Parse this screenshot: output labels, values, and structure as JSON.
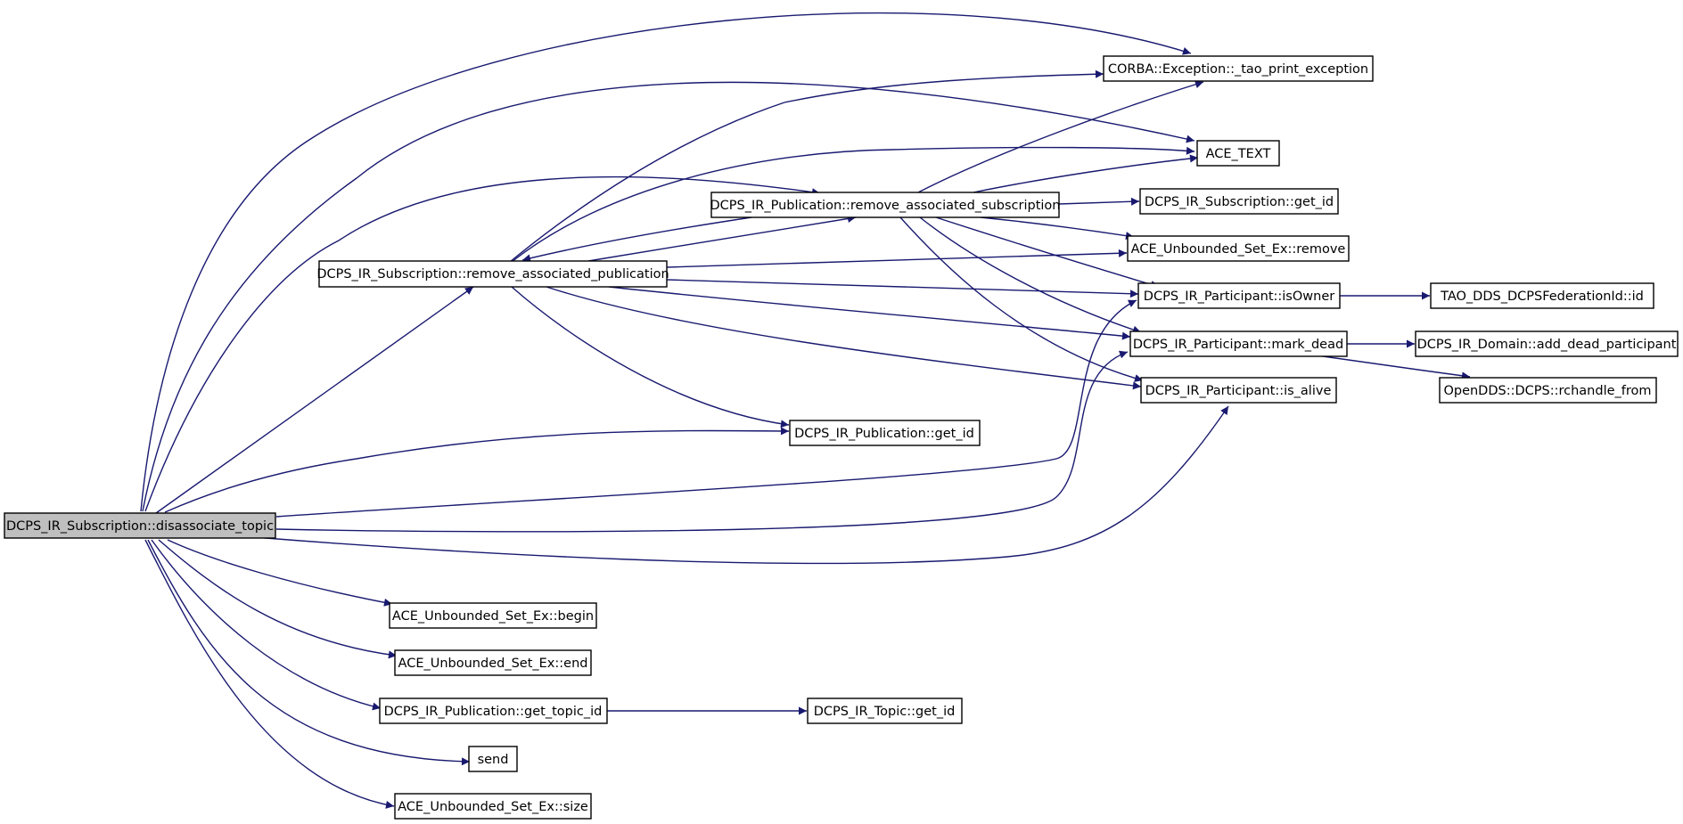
{
  "nodes": {
    "disassociate_topic": "DCPS_IR_Subscription::disassociate_topic",
    "tao_print_exception": "CORBA::Exception::_tao_print_exception",
    "ace_text": "ACE_TEXT",
    "pub_remove_assoc_sub": "DCPS_IR_Publication::remove_associated_subscription",
    "sub_get_id": "DCPS_IR_Subscription::get_id",
    "set_remove": "ACE_Unbounded_Set_Ex::remove",
    "sub_remove_assoc_pub": "DCPS_IR_Subscription::remove_associated_publication",
    "part_isowner": "DCPS_IR_Participant::isOwner",
    "fed_id": "TAO_DDS_DCPSFederationId::id",
    "part_mark_dead": "DCPS_IR_Participant::mark_dead",
    "domain_add_dead": "DCPS_IR_Domain::add_dead_participant",
    "part_is_alive": "DCPS_IR_Participant::is_alive",
    "rchandle_from": "OpenDDS::DCPS::rchandle_from",
    "pub_get_id": "DCPS_IR_Publication::get_id",
    "set_begin": "ACE_Unbounded_Set_Ex::begin",
    "set_end": "ACE_Unbounded_Set_Ex::end",
    "pub_get_topic_id": "DCPS_IR_Publication::get_topic_id",
    "topic_get_id": "DCPS_IR_Topic::get_id",
    "send": "send",
    "set_size": "ACE_Unbounded_Set_Ex::size"
  },
  "colors": {
    "edge": "#191970",
    "highlight_fill": "#bfbfbf",
    "node_border": "#000000"
  }
}
